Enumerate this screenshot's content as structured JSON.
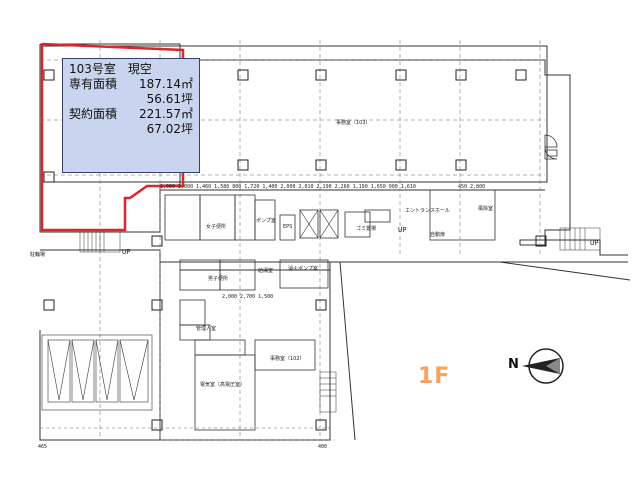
{
  "unit_info": {
    "title": "103号室　現空",
    "exclusive_label": "専有面積",
    "exclusive_area_m2": "187.14㎡",
    "exclusive_area_tsubo": "56.61坪",
    "contract_label": "契約面積",
    "contract_area_m2": "221.57㎡",
    "contract_area_tsubo": "67.02坪"
  },
  "floor": "1F",
  "compass": {
    "north": "N"
  },
  "room_labels": {
    "office": "事務室（103）",
    "office_small": "事務室（102）",
    "entrance_hall": "エントランスホール",
    "wind_room": "風除室",
    "autolock": "自動扉",
    "womens_wc": "女子便所",
    "mens_wc": "男子便所",
    "pump_room": "ポンプ室",
    "fire_pump": "消火ポンプ室",
    "water_room": "給湯室",
    "manager": "管理人室",
    "electric_room": "電気室（高電圧室）",
    "ps": "EPS",
    "up1": "UP",
    "up2": "UP",
    "up3": "UP",
    "trash": "ゴミ置場",
    "parking_note": "駐輪場"
  },
  "dimensions": {
    "row": "1,000  2,000  1,460  1,580  800  1,720  1,400  2,000  2,010  2,190  2,260  1,190  1,650  900  1,610",
    "right": "450  2,800",
    "mid": "2,000  2,700  1,500",
    "bottom_left": "465",
    "bottom_mid": "400"
  },
  "colors": {
    "outline_red": "#e0242b",
    "info_fill": "#c9d4ee",
    "floor_orange": "#f6a35e",
    "line_dark": "#333333"
  }
}
